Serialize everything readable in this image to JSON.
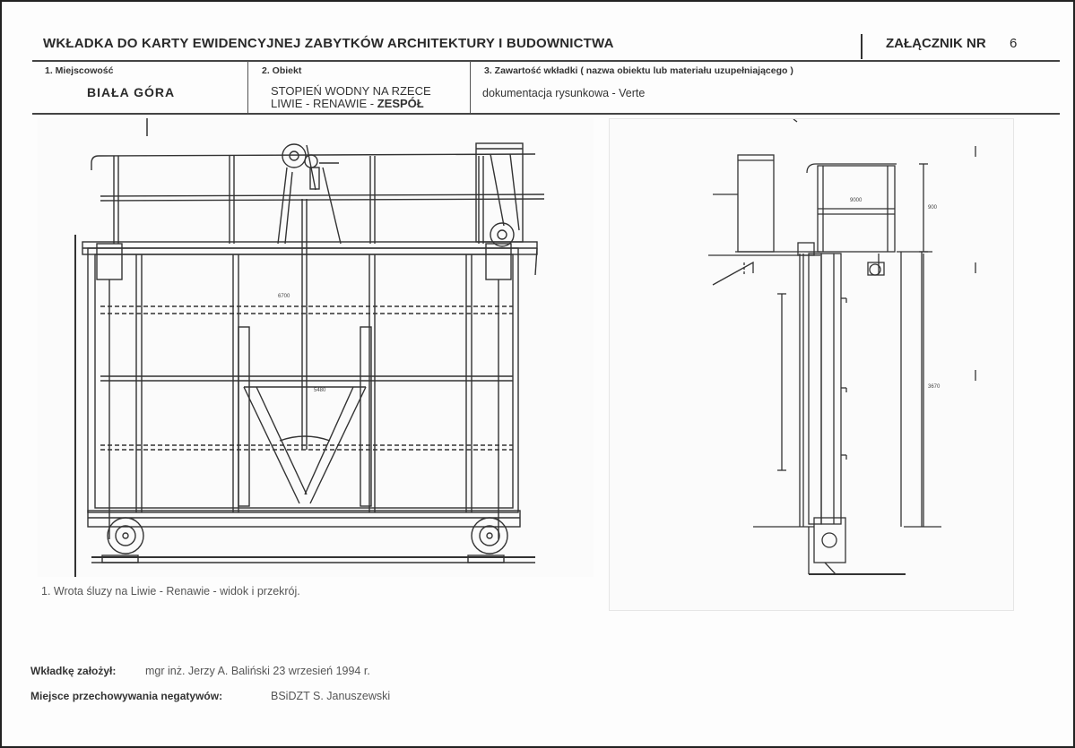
{
  "header": {
    "title": "WKŁADKA DO KARTY EWIDENCYJNEJ ZABYTKÓW ARCHITEKTURY I BUDOWNICTWA",
    "annex_label": "ZAŁĄCZNIK NR",
    "annex_number": "6"
  },
  "fields": {
    "location_label": "1. Miejscowość",
    "location_value": "BIAŁA GÓRA",
    "object_label": "2. Obiekt",
    "object_line1": "STOPIEŃ WODNY NA RZECE",
    "object_line2": "LIWIE - RENAWIE -",
    "object_line2_bold": "ZESPÓŁ",
    "content_label": "3. Zawartość wkładki ( nazwa obiektu lub materiału uzupełniającego )",
    "content_value": "dokumentacja rysunkowa - Verte"
  },
  "drawing": {
    "caption": "1. Wrota śluzy na Liwie - Renawie  - widok i przekrój.",
    "dimension_labels": [
      "6700",
      "5480",
      "9000",
      "900",
      "3670"
    ]
  },
  "footer": {
    "created_label": "Wkładkę założył:",
    "created_value": "mgr inż. Jerzy A. Baliński 23 wrzesień 1994 r.",
    "storage_label": "Miejsce przechowywania negatywów:",
    "storage_value": "BSiDZT S. Januszewski"
  }
}
